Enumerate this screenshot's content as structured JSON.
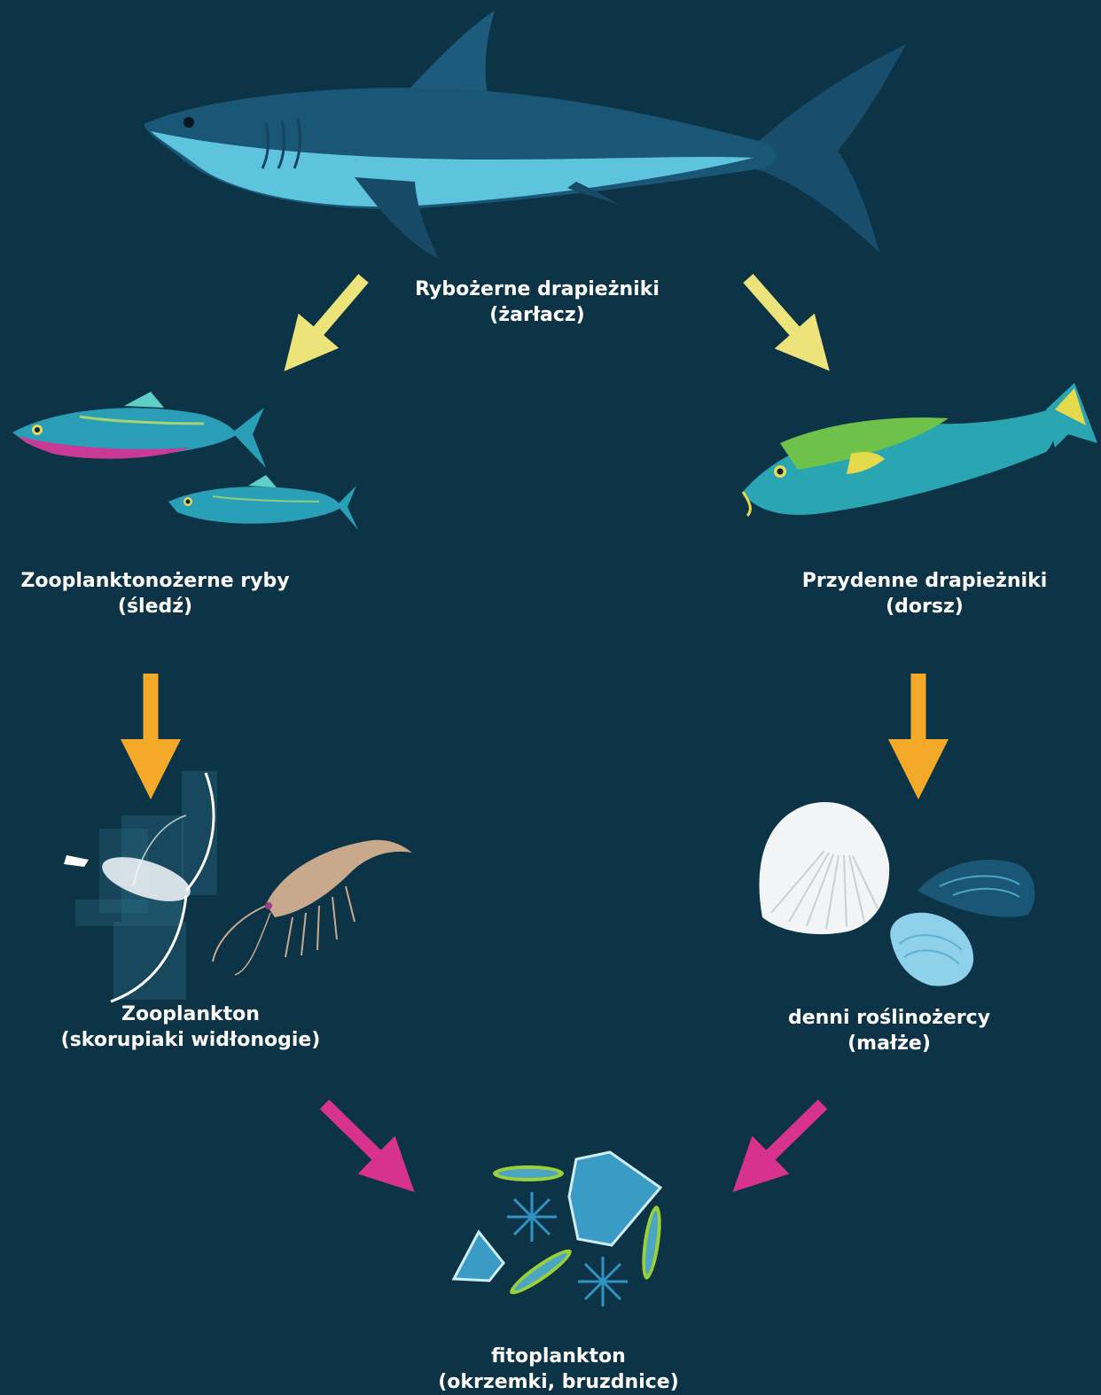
{
  "colors": {
    "background": "#0d3347",
    "arrow_top": "#ece47a",
    "arrow_middle": "#f5a928",
    "arrow_bottom": "#d7338e",
    "label_text": "#ffffff"
  },
  "nodes": {
    "shark": {
      "title": "Rybożerne drapieżniki",
      "subtitle": "(żarłacz)",
      "icon": "shark-icon"
    },
    "herring": {
      "title": "Zooplanktonożerne ryby",
      "subtitle": "(śledź)",
      "icon": "herring-icon"
    },
    "cod": {
      "title": "Przydenne drapieżniki",
      "subtitle": "(dorsz)",
      "icon": "cod-icon"
    },
    "zooplankton": {
      "title": "Zooplankton",
      "subtitle": "(skorupiaki widłonogie)",
      "icon": "copepod-and-shrimp-icon"
    },
    "bivalves": {
      "title": "denni roślinożercy",
      "subtitle": "(małże)",
      "icon": "shells-icon"
    },
    "phytoplankton": {
      "title": "fitoplankton",
      "subtitle": "(okrzemki, bruzdnice)",
      "icon": "diatoms-icon"
    }
  }
}
